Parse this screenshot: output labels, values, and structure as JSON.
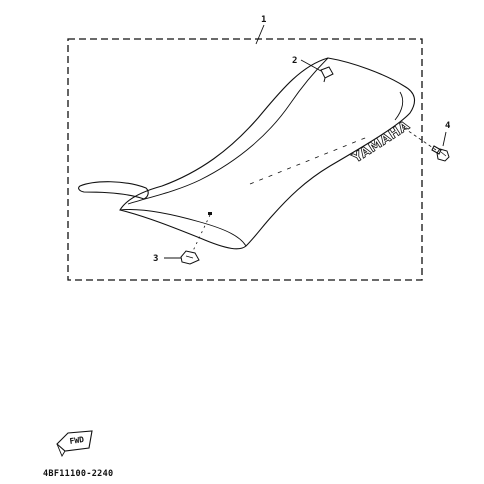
{
  "callouts": {
    "assembly": "1",
    "clip": "2",
    "nut": "3",
    "bolt": "4"
  },
  "seat": {
    "brand_text": "YAMAHA"
  },
  "direction_badge": {
    "label": "FWD"
  },
  "part_code": "4BF11100-2240"
}
